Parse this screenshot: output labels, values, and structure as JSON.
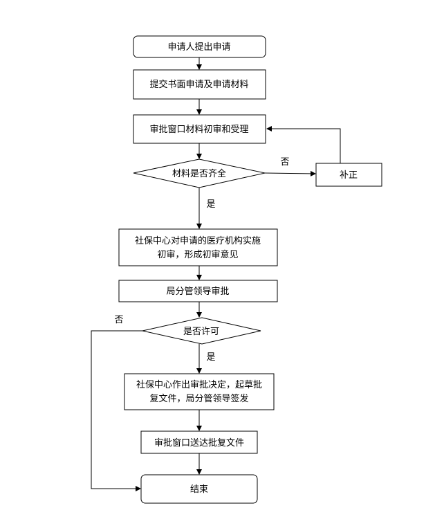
{
  "nodes": {
    "start": "申请人提出申请",
    "submit": "提交书面申请及申请材料",
    "review": "审批窗口材料初审和受理",
    "complete_check": "材料是否齐全",
    "supplement": "补正",
    "center_review_line1": "社保中心对申请的医疗机构实施",
    "center_review_line2": "初审，形成初审意见",
    "leader_approve": "局分管领导审批",
    "permit_check": "是否许可",
    "decision_line1": "社保中心作出审批决定，起草批",
    "decision_line2": "复文件，局分管领导签发",
    "deliver": "审批窗口送达批复文件",
    "end": "结束"
  },
  "edge_labels": {
    "complete_no": "否",
    "complete_yes": "是",
    "permit_no": "否",
    "permit_yes": "是"
  }
}
